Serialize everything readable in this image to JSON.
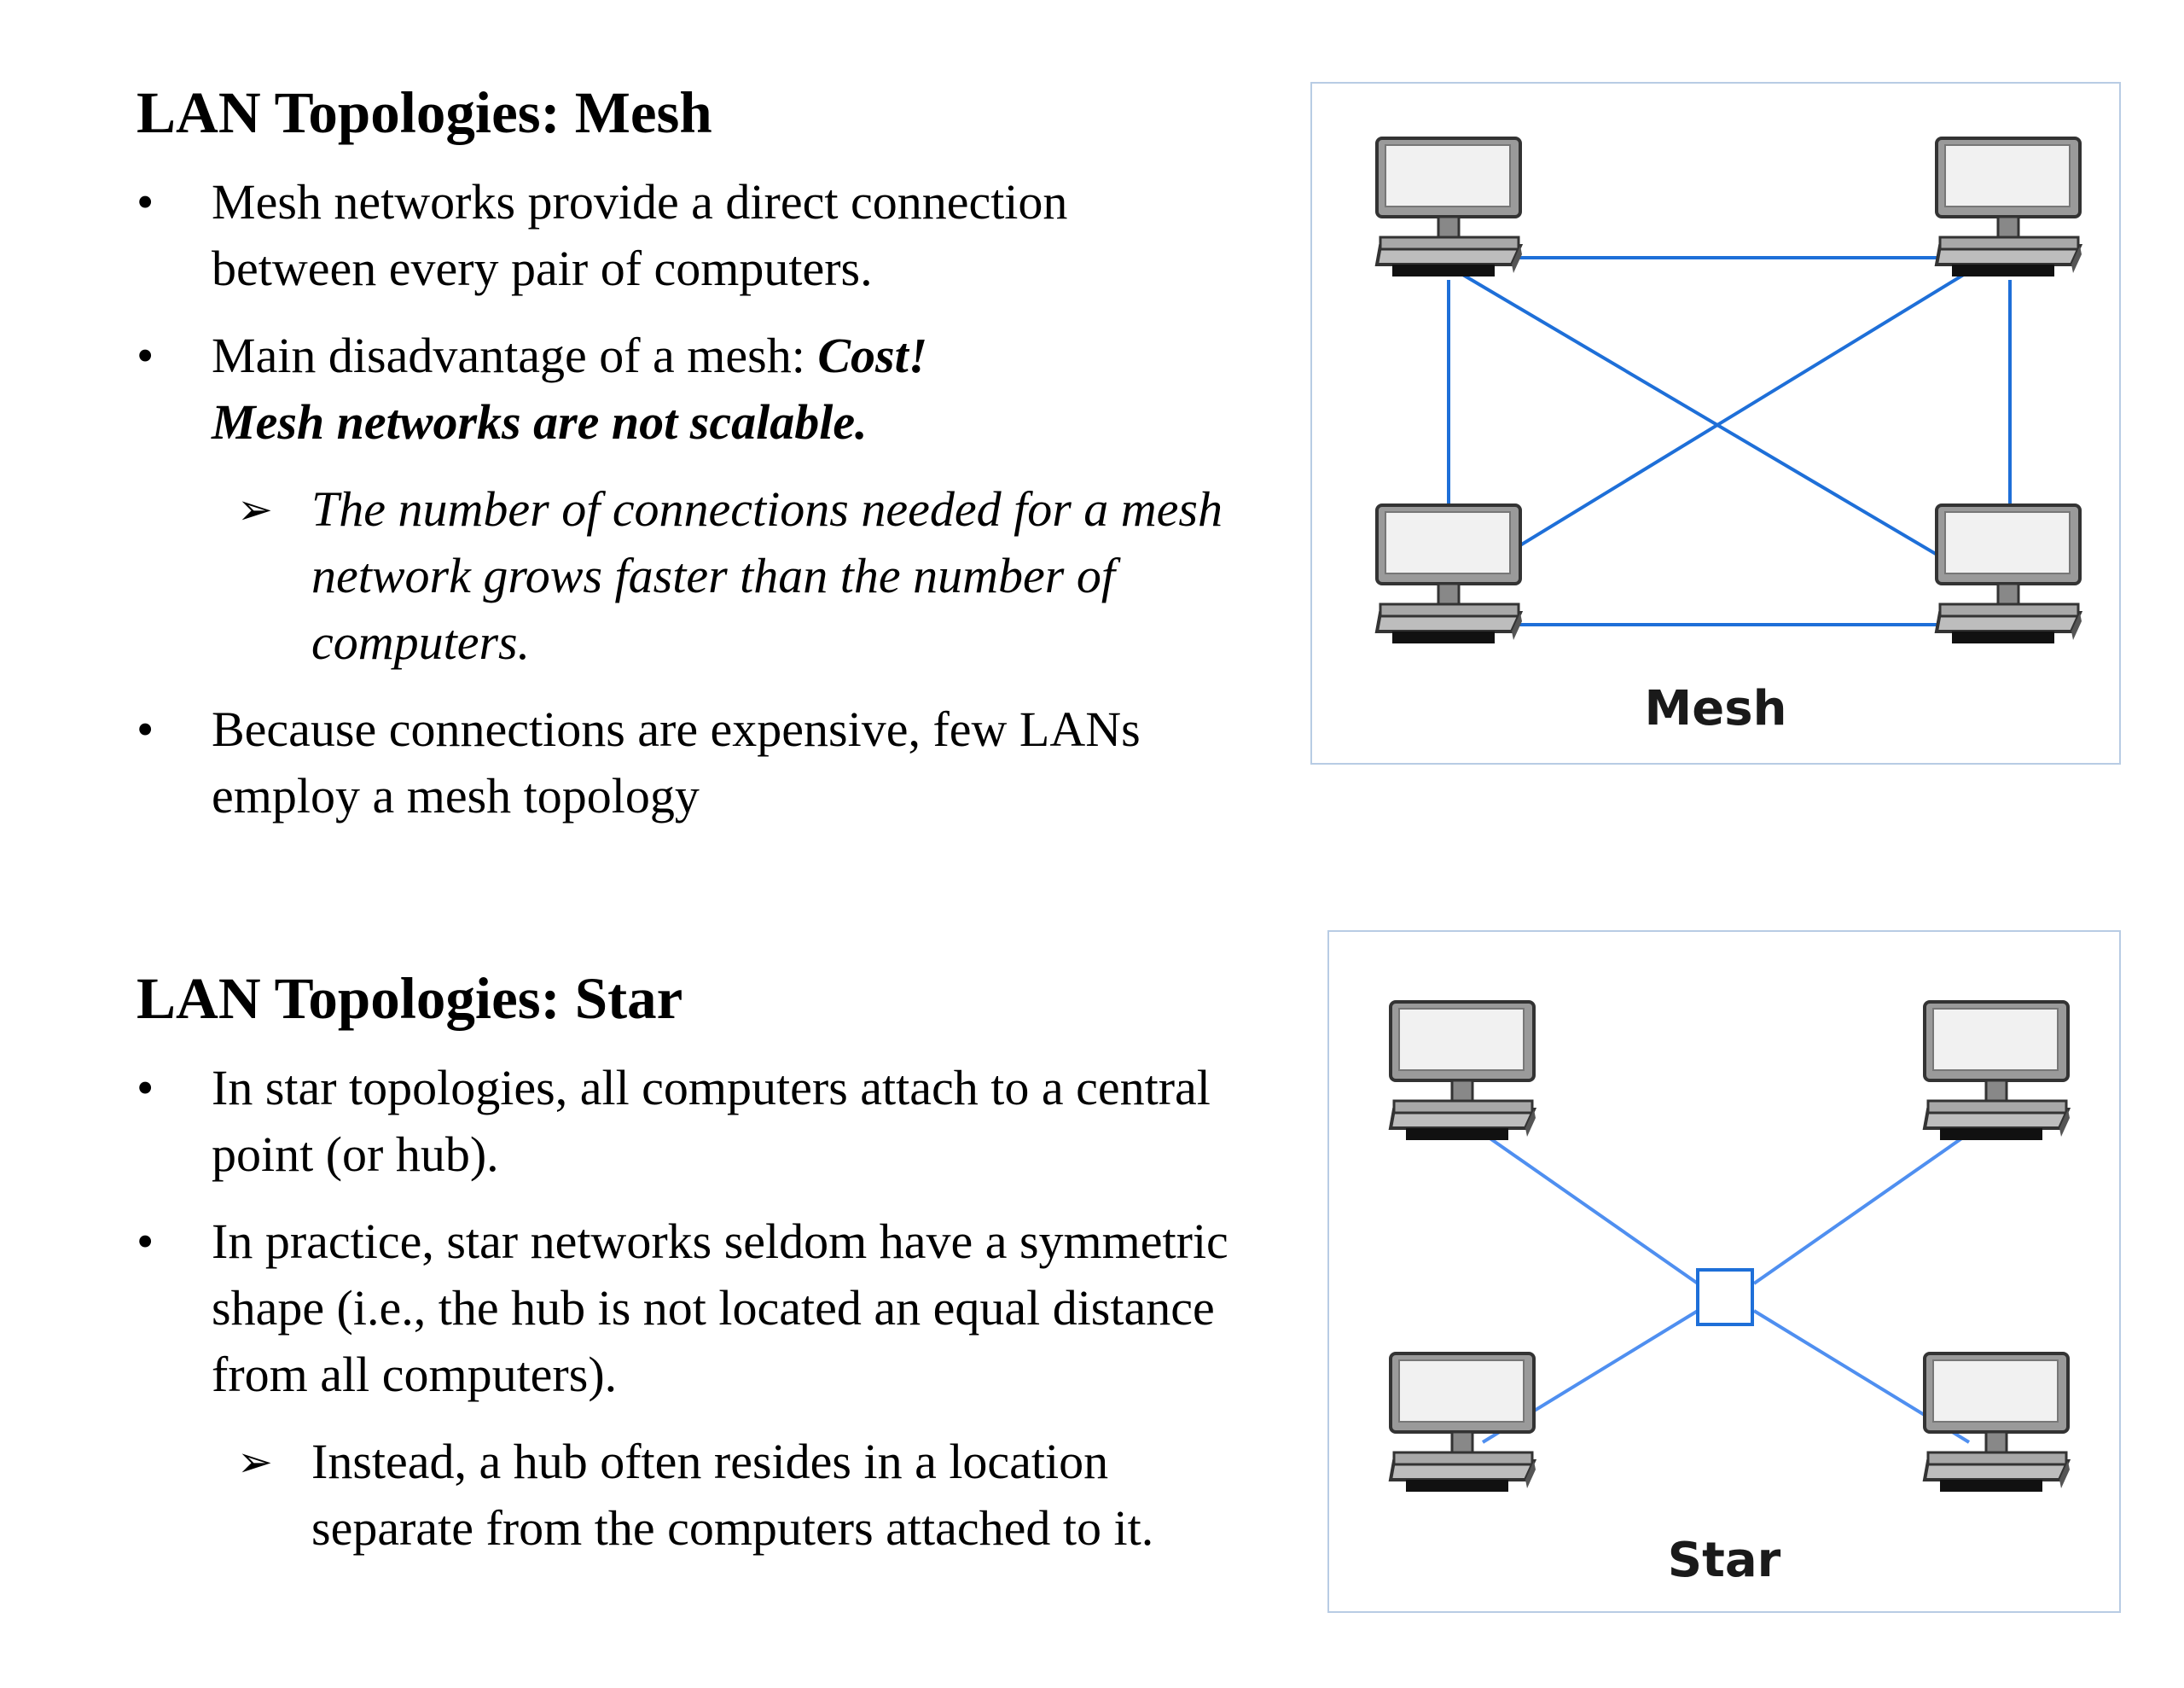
{
  "mesh": {
    "heading": "LAN Topologies: Mesh",
    "bullet1": "Mesh networks provide a direct connection between every pair of computers.",
    "bullet2_text": "Main disadvantage of a mesh: ",
    "bullet2_emphasis1": "Cost!",
    "bullet2_emphasis2": "Mesh networks are not scalable.",
    "sub1": "The number of connections needed for a mesh network grows faster than the number of computers.",
    "bullet3": "Because connections are expensive, few LANs employ a mesh topology",
    "figure_caption": "Mesh"
  },
  "star": {
    "heading": "LAN Topologies: Star",
    "bullet1": "In star topologies, all computers attach to a central point (or hub).",
    "bullet2": "In practice, star networks seldom have a symmetric shape (i.e., the hub is not located an equal distance from all computers).",
    "sub1": "Instead, a hub often resides in a location separate from the computers attached to it.",
    "figure_caption": "Star"
  },
  "colors": {
    "link": "#1e6fd8",
    "hub_border": "#1e6fd8"
  },
  "icons": {
    "bullet": "bullet-dot",
    "sub_bullet": "arrowhead-icon",
    "node": "computer-icon"
  }
}
